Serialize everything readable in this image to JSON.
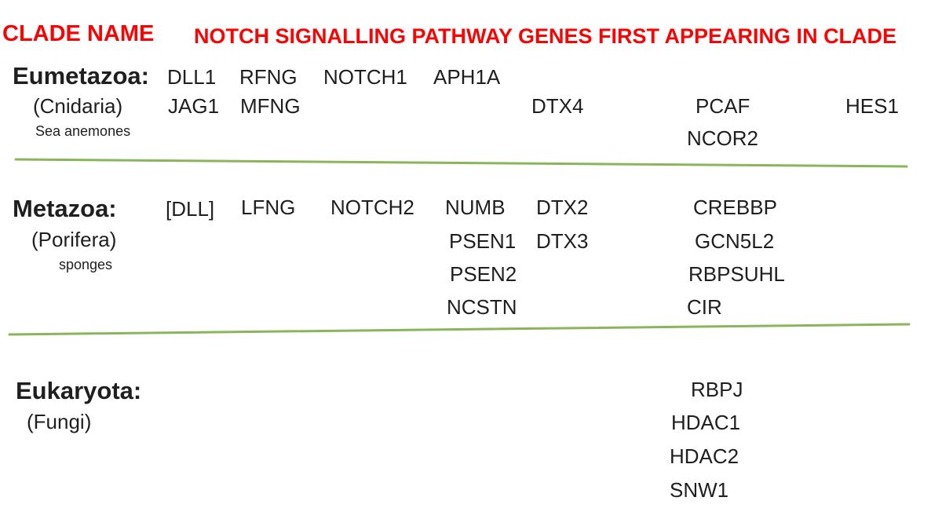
{
  "header": {
    "clade_name_label": "CLADE NAME",
    "title": "NOTCH SIGNALLING PATHWAY GENES FIRST APPEARING IN CLADE",
    "color": "#f70505"
  },
  "divider_color": "#8ab55a",
  "text_color": "#1f1f1f",
  "clades": [
    {
      "name": "Eumetazoa:",
      "subgroup": "(Cnidaria)",
      "common_name": "Sea anemones",
      "genes": [
        "DLL1",
        "RFNG",
        "NOTCH1",
        "APH1A",
        "JAG1",
        "MFNG",
        "DTX4",
        "PCAF",
        "HES1",
        "NCOR2"
      ]
    },
    {
      "name": "Metazoa:",
      "subgroup": "(Porifera)",
      "common_name": "sponges",
      "genes": [
        "[DLL]",
        "LFNG",
        "NOTCH2",
        "NUMB",
        "DTX2",
        "CREBBP",
        "PSEN1",
        "DTX3",
        "GCN5L2",
        "PSEN2",
        "RBPSUHL",
        "NCSTN",
        "CIR"
      ]
    },
    {
      "name": "Eukaryota:",
      "subgroup": "(Fungi)",
      "common_name": "",
      "genes": [
        "RBPJ",
        "HDAC1",
        "HDAC2",
        "SNW1"
      ]
    }
  ]
}
